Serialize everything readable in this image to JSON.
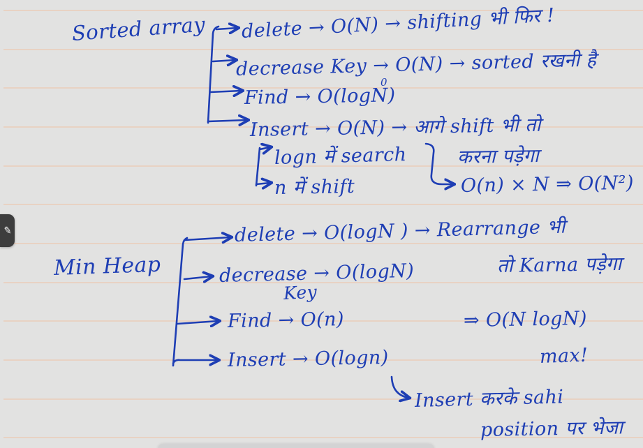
{
  "page": {
    "background_color": "#e2e2e1",
    "ruled_line_color": "#e8d2c3",
    "ink_color": "#1e3eb4"
  },
  "toolbar": {
    "pen_tab_icon": "pen-icon",
    "pen_tab_glyph": "✎"
  },
  "sorted_array": {
    "label": "Sorted array",
    "branches": [
      "delete → O(N) → shifting भी फिर !",
      "decrease Key → O(N) → sorted रखनी है",
      "Find → O(logN)",
      "Insert → O(N) → आगे shift भी तो"
    ],
    "stray_mark": "0",
    "subgroup": {
      "line1": "logn में search",
      "line2": "n में shift",
      "note": "करना पड़ेगा",
      "result": "O(n) × N ⇒ O(N²)"
    }
  },
  "min_heap": {
    "label": "Min Heap",
    "branches": [
      "delete → O(logN ) → Rearrange भी",
      "decrease → O(logN)",
      "Find → O(n)",
      "Insert → O(logn)"
    ],
    "decrease_key_word": "Key",
    "rearrange_note": "तो Karna पड़ेगा",
    "total": "⇒ O(N logN)",
    "total_note": "max!",
    "insert_note_line1": "Insert करके sahi",
    "insert_note_line2": "position पर भेजा"
  }
}
